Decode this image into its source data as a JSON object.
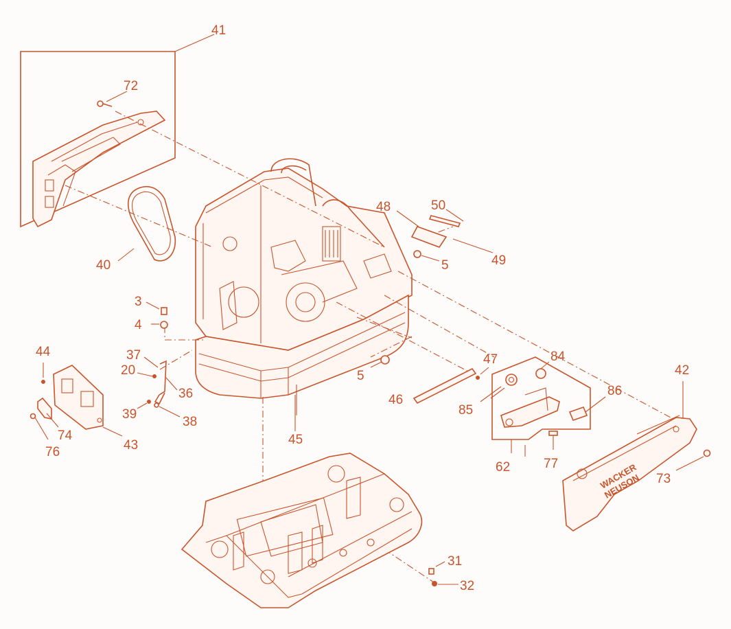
{
  "colors": {
    "line": "#c8542c",
    "background": "#fdfcfa"
  },
  "brand_text": [
    "WACKER",
    "NEUSON"
  ],
  "callouts": [
    {
      "id": "c41",
      "text": "41"
    },
    {
      "id": "c72",
      "text": "72"
    },
    {
      "id": "c40",
      "text": "40"
    },
    {
      "id": "c48",
      "text": "48"
    },
    {
      "id": "c50",
      "text": "50"
    },
    {
      "id": "c49",
      "text": "49"
    },
    {
      "id": "c5a",
      "text": "5"
    },
    {
      "id": "c3",
      "text": "3"
    },
    {
      "id": "c4",
      "text": "4"
    },
    {
      "id": "c44",
      "text": "44"
    },
    {
      "id": "c37",
      "text": "37"
    },
    {
      "id": "c20",
      "text": "20"
    },
    {
      "id": "c36",
      "text": "36"
    },
    {
      "id": "c39",
      "text": "39"
    },
    {
      "id": "c38",
      "text": "38"
    },
    {
      "id": "c74",
      "text": "74"
    },
    {
      "id": "c76",
      "text": "76"
    },
    {
      "id": "c43",
      "text": "43"
    },
    {
      "id": "c45",
      "text": "45"
    },
    {
      "id": "c5b",
      "text": "5"
    },
    {
      "id": "c47",
      "text": "47"
    },
    {
      "id": "c46",
      "text": "46"
    },
    {
      "id": "c84",
      "text": "84"
    },
    {
      "id": "c85",
      "text": "85"
    },
    {
      "id": "c86",
      "text": "86"
    },
    {
      "id": "c62",
      "text": "62"
    },
    {
      "id": "c77",
      "text": "77"
    },
    {
      "id": "c42",
      "text": "42"
    },
    {
      "id": "c73",
      "text": "73"
    },
    {
      "id": "c31",
      "text": "31"
    },
    {
      "id": "c32",
      "text": "32"
    }
  ]
}
